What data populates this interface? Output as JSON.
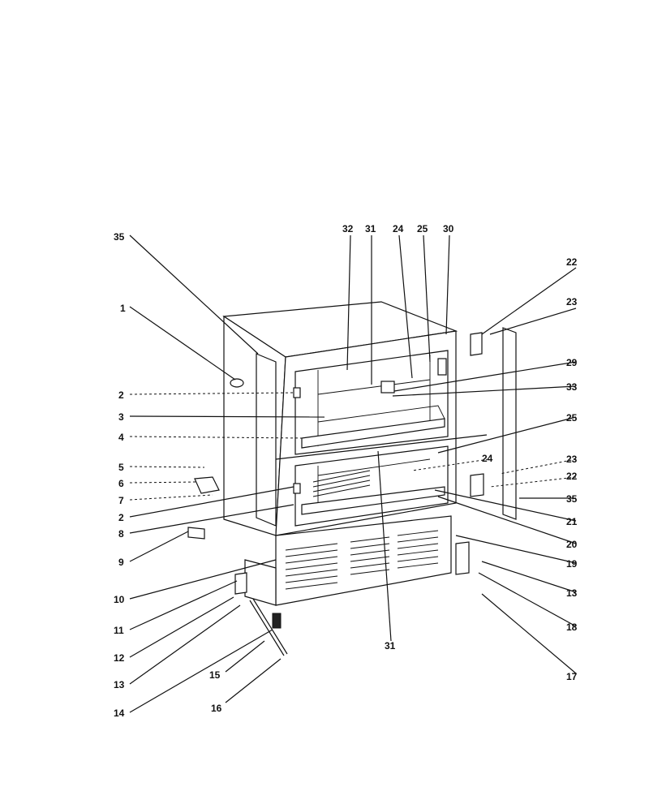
{
  "labels": {
    "l35a": "35",
    "l1": "1",
    "l2a": "2",
    "l3": "3",
    "l4": "4",
    "l5": "5",
    "l6": "6",
    "l7": "7",
    "l2b": "2",
    "l8": "8",
    "l9": "9",
    "l10": "10",
    "l11": "11",
    "l12": "12",
    "l13a": "13",
    "l14": "14",
    "l15": "15",
    "l16": "16",
    "l31b": "31",
    "l17": "17",
    "l18": "18",
    "l13b": "13",
    "l19": "19",
    "l20": "20",
    "l21": "21",
    "l35b": "35",
    "l22b": "22",
    "l23b": "23",
    "l25b": "25",
    "l24b": "24",
    "l33": "33",
    "l29": "29",
    "l23a": "23",
    "l22a": "22",
    "l32": "32",
    "l31a": "31",
    "l24a": "24",
    "l25a": "25",
    "l30": "30"
  }
}
